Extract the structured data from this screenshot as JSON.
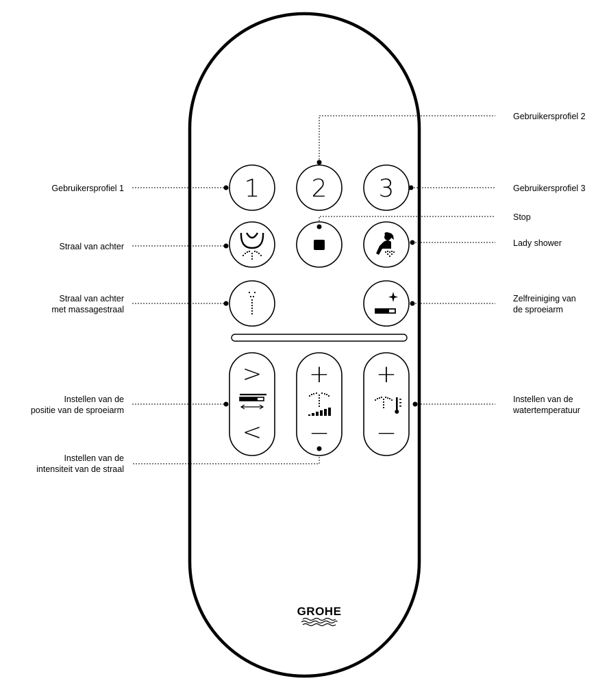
{
  "brand": {
    "logo_text": "GROHE"
  },
  "remote": {
    "profile_buttons": [
      {
        "id": "profile-1",
        "label": "1"
      },
      {
        "id": "profile-2",
        "label": "2"
      },
      {
        "id": "profile-3",
        "label": "3"
      }
    ],
    "function_buttons": [
      {
        "id": "rear-spray",
        "icon": "rear-spray-icon"
      },
      {
        "id": "stop",
        "icon": "stop-square-icon"
      },
      {
        "id": "lady-shower",
        "icon": "lady-shower-icon"
      },
      {
        "id": "rear-spray-massage",
        "icon": "massage-spray-icon"
      },
      {
        "id": "self-cleaning",
        "icon": "nozzle-clean-icon"
      }
    ],
    "control_pills": [
      {
        "id": "arm-position",
        "top": ">",
        "bottom": "<",
        "icon": "arm-position-icon"
      },
      {
        "id": "spray-intensity",
        "top": "+",
        "bottom": "−",
        "icon": "intensity-icon"
      },
      {
        "id": "water-temperature",
        "top": "+",
        "bottom": "−",
        "icon": "temperature-icon"
      }
    ]
  },
  "callouts": {
    "profile_1": "Gebruikersprofiel 1",
    "profile_2": "Gebruikersprofiel 2",
    "profile_3": "Gebruikersprofiel 3",
    "stop": "Stop",
    "rear_spray": "Straal van achter",
    "lady_shower": "Lady shower",
    "rear_spray_massage": "Straal van achter\nmet massagestraal",
    "self_cleaning": "Zelfreiniging van\nde sproeiarm",
    "arm_position": "Instellen van de\npositie van de sproeiarm",
    "water_temperature": "Instellen van de\nwatertemperatuur",
    "spray_intensity": "Instellen van de\nintensiteit van de straal"
  }
}
